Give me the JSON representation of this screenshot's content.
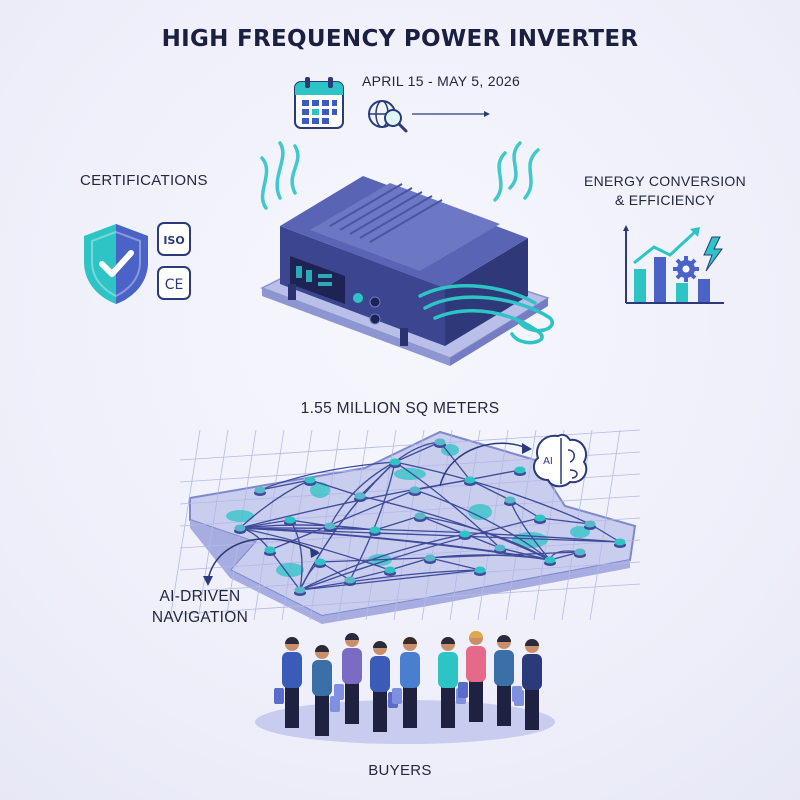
{
  "title": "HIGH FREQUENCY POWER INVERTER",
  "date_range": "APRIL 15 - MAY 5, 2026",
  "certifications": {
    "label": "CERTIFICATIONS",
    "iso_badge": "ISO",
    "ce_badge": "CE"
  },
  "energy": {
    "label_line1": "ENERGY CONVERSION",
    "label_line2": "& EFFICIENCY"
  },
  "area_label": "1.55 MILLION SQ METERS",
  "ai_badge": "AI",
  "navigation": {
    "label_line1": "AI-DRIVEN",
    "label_line2": "NAVIGATION"
  },
  "buyers_label": "BUYERS",
  "colors": {
    "accent_teal": "#2ec4c6",
    "device_blue": "#4a57a5",
    "shield_blue": "#4b63c6",
    "map_fill": "#c9cdee",
    "text_dark": "#1b2040"
  },
  "icons": [
    "calendar-icon",
    "globe-search-icon",
    "shield-check-icon",
    "iso-badge-icon",
    "ce-badge-icon",
    "efficiency-chart-icon",
    "gear-icon",
    "lightning-icon",
    "ai-brain-icon",
    "power-inverter-illustration",
    "venue-map-illustration",
    "buyers-crowd-illustration"
  ]
}
